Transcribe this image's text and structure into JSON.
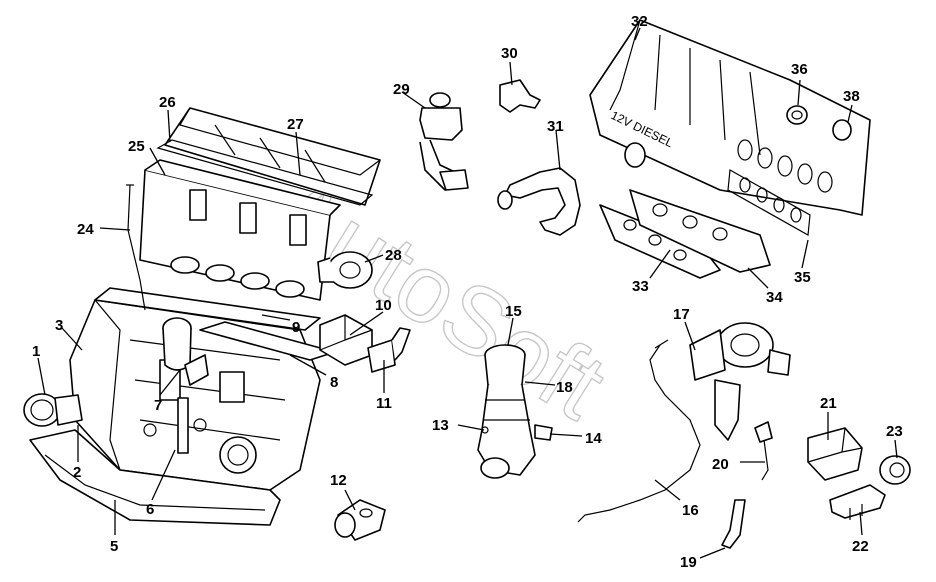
{
  "diagram": {
    "callouts": [
      {
        "id": "1",
        "label": "1"
      },
      {
        "id": "2",
        "label": "2"
      },
      {
        "id": "3",
        "label": "3"
      },
      {
        "id": "5",
        "label": "5"
      },
      {
        "id": "6",
        "label": "6"
      },
      {
        "id": "7",
        "label": "7"
      },
      {
        "id": "8",
        "label": "8"
      },
      {
        "id": "9",
        "label": "9"
      },
      {
        "id": "10",
        "label": "10"
      },
      {
        "id": "11",
        "label": "11"
      },
      {
        "id": "12",
        "label": "12"
      },
      {
        "id": "13",
        "label": "13"
      },
      {
        "id": "14",
        "label": "14"
      },
      {
        "id": "15",
        "label": "15"
      },
      {
        "id": "16",
        "label": "16"
      },
      {
        "id": "17",
        "label": "17"
      },
      {
        "id": "18",
        "label": "18"
      },
      {
        "id": "19",
        "label": "19"
      },
      {
        "id": "20",
        "label": "20"
      },
      {
        "id": "21",
        "label": "21"
      },
      {
        "id": "22",
        "label": "22"
      },
      {
        "id": "23",
        "label": "23"
      },
      {
        "id": "24",
        "label": "24"
      },
      {
        "id": "25",
        "label": "25"
      },
      {
        "id": "26",
        "label": "26"
      },
      {
        "id": "27",
        "label": "27"
      },
      {
        "id": "28",
        "label": "28"
      },
      {
        "id": "29",
        "label": "29"
      },
      {
        "id": "30",
        "label": "30"
      },
      {
        "id": "31",
        "label": "31"
      },
      {
        "id": "32",
        "label": "32"
      },
      {
        "id": "33",
        "label": "33"
      },
      {
        "id": "34",
        "label": "34"
      },
      {
        "id": "35",
        "label": "35"
      },
      {
        "id": "36",
        "label": "36"
      },
      {
        "id": "38",
        "label": "38"
      }
    ],
    "manifold_text": "12V  DIESEL",
    "watermark": "AutoSoft"
  }
}
